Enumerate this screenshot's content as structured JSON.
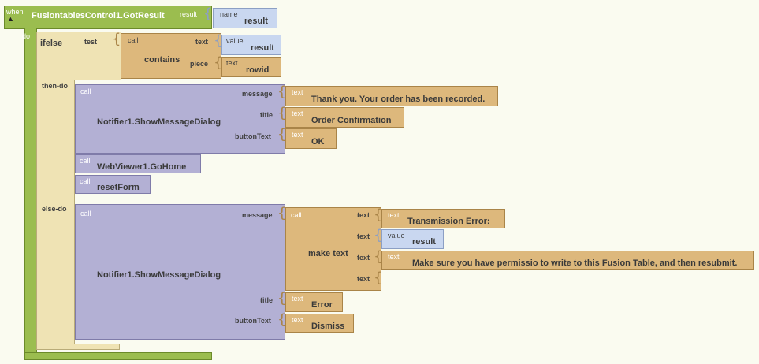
{
  "event": {
    "when_label": "when",
    "collapse_glyph": "▲",
    "name": "FusiontablesControl1.GotResult",
    "param_label": "result",
    "param_block": {
      "sub": "name",
      "value": "result"
    },
    "do_label": "do"
  },
  "ifelse": {
    "label": "ifelse",
    "test_label": "test",
    "then_label": "then-do",
    "else_label": "else-do",
    "contains": {
      "call_label": "call",
      "name": "contains",
      "text_socket": "text",
      "piece_socket": "piece",
      "text_arg": {
        "sub": "value",
        "value": "result"
      },
      "piece_arg": {
        "sub": "text",
        "value": "rowid"
      }
    }
  },
  "then_blocks": {
    "notifier": {
      "call_label": "call",
      "name": "Notifier1.ShowMessageDialog",
      "message_socket": "message",
      "title_socket": "title",
      "button_socket": "buttonText",
      "message": {
        "sub": "text",
        "value": "Thank you. Your order has been recorded."
      },
      "title": {
        "sub": "text",
        "value": "Order Confirmation"
      },
      "button": {
        "sub": "text",
        "value": "OK"
      }
    },
    "gohome": {
      "call_label": "call",
      "name": "WebViewer1.GoHome"
    },
    "reset": {
      "call_label": "call",
      "name": "resetForm"
    }
  },
  "else_blocks": {
    "notifier": {
      "call_label": "call",
      "name": "Notifier1.ShowMessageDialog",
      "message_socket": "message",
      "title_socket": "title",
      "button_socket": "buttonText",
      "make_text": {
        "call_label": "call",
        "name": "make text",
        "socket_label": "text",
        "arg1": {
          "sub": "text",
          "value": "Transmission Error:"
        },
        "arg2": {
          "sub": "value",
          "value": "result"
        },
        "arg3": {
          "sub": "text",
          "value": "Make sure you have permissio to write to this Fusion Table, and then resubmit."
        }
      },
      "title": {
        "sub": "text",
        "value": "Error"
      },
      "button": {
        "sub": "text",
        "value": "Dismiss"
      }
    }
  },
  "colors": {
    "event": "#9bbd4f",
    "control": "#efe3b4",
    "procedure": "#b3b0d4",
    "text": "#ddb87c",
    "variable": "#c9d7f0"
  }
}
